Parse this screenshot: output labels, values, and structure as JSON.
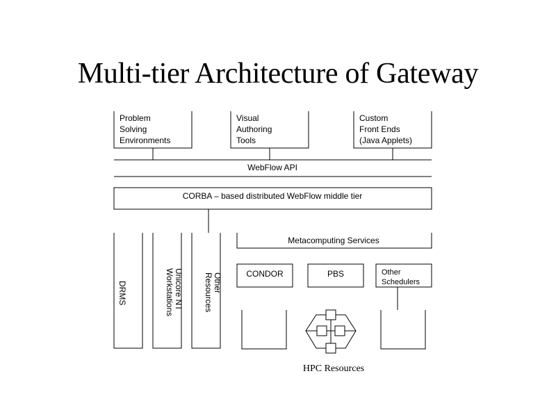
{
  "title": "Multi-tier Architecture of Gateway",
  "front_ends": [
    [
      "Problem",
      "Solving",
      "Environments"
    ],
    [
      "Visual",
      "Authoring",
      "Tools"
    ],
    [
      "Custom",
      "Front Ends",
      "(Java Applets)"
    ]
  ],
  "webflow_api": "WebFlow API",
  "corba_tier": "CORBA – based distributed WebFlow middle tier",
  "metacomputing": "Metacomputing Services",
  "schedulers": {
    "condor": "CONDOR",
    "pbs": "PBS",
    "other": [
      "Other",
      "Schedulers"
    ]
  },
  "resources": [
    [
      "DRMS"
    ],
    [
      "Unicore NT",
      "Workstations"
    ],
    [
      "Other",
      "Resources"
    ]
  ],
  "hpc_label": "HPC Resources"
}
